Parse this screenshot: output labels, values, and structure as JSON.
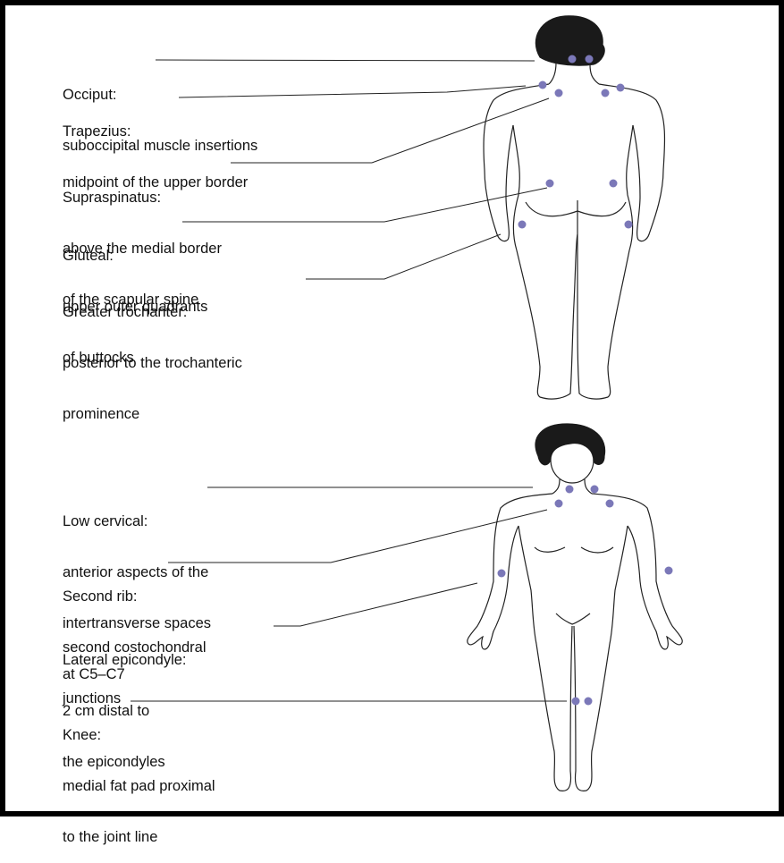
{
  "colors": {
    "tender_point": "#7b78b8",
    "line": "#222222",
    "frame": "#000000",
    "hair": "#1a1a1a"
  },
  "posterior_view": {
    "labels": [
      {
        "id": "occiput",
        "title": "Occiput:",
        "description": [
          "suboccipital muscle insertions"
        ]
      },
      {
        "id": "trapezius",
        "title": "Trapezius:",
        "description": [
          "midpoint of the upper border"
        ]
      },
      {
        "id": "supraspinatus",
        "title": "Supraspinatus:",
        "description": [
          "above the medial border",
          "of the scapular spine"
        ]
      },
      {
        "id": "gluteal",
        "title": "Gluteal:",
        "description": [
          "upper outer quadrants",
          "of buttocks"
        ]
      },
      {
        "id": "greater-trochanter",
        "title": "Greater trochanter:",
        "description": [
          "posterior to the trochanteric",
          "prominence"
        ]
      }
    ]
  },
  "anterior_view": {
    "labels": [
      {
        "id": "low-cervical",
        "title": "Low cervical:",
        "description": [
          "anterior aspects of the",
          "intertransverse spaces",
          "at C5–C7"
        ]
      },
      {
        "id": "second-rib",
        "title": "Second rib:",
        "description": [
          "second costochondral",
          "junctions"
        ]
      },
      {
        "id": "lateral-epicondyle",
        "title": "Lateral epicondyle:",
        "description": [
          "2 cm distal to",
          "the epicondyles"
        ]
      },
      {
        "id": "knee",
        "title": "Knee:",
        "description": [
          "medial fat pad proximal",
          "to the joint line"
        ]
      }
    ]
  }
}
